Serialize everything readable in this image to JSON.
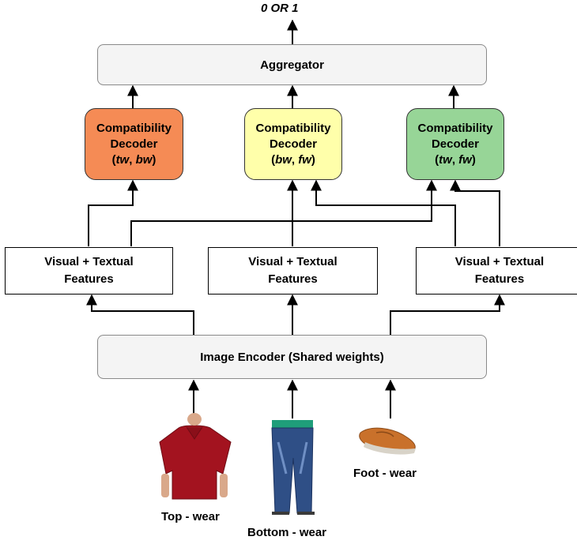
{
  "output_label": "0 OR 1",
  "aggregator": {
    "label": "Aggregator"
  },
  "decoders": [
    {
      "line1": "Compatibility",
      "line2": "Decoder",
      "p_open": "(",
      "a": "tw",
      "sep": ", ",
      "b": "bw",
      "p_close": ")",
      "color": "#f58b55"
    },
    {
      "line1": "Compatibility",
      "line2": "Decoder",
      "p_open": "(",
      "a": "bw",
      "sep": ", ",
      "b": "fw",
      "p_close": ")",
      "color": "#ffffaa"
    },
    {
      "line1": "Compatibility",
      "line2": "Decoder",
      "p_open": "(",
      "a": "tw",
      "sep": ", ",
      "b": "fw",
      "p_close": ")",
      "color": "#97d597"
    }
  ],
  "features": [
    {
      "line1": "Visual + Textual",
      "line2": "Features"
    },
    {
      "line1": "Visual + Textual",
      "line2": "Features"
    },
    {
      "line1": "Visual + Textual",
      "line2": "Features"
    }
  ],
  "encoder": {
    "label": "Image Encoder (Shared weights)"
  },
  "items": [
    {
      "label": "Top - wear",
      "icon": "tshirt-icon",
      "color": "#a3131f"
    },
    {
      "label": "Bottom - wear",
      "icon": "jeans-icon",
      "color": "#2f4f86"
    },
    {
      "label": "Foot - wear",
      "icon": "loafer-icon",
      "color": "#c9712b"
    }
  ]
}
